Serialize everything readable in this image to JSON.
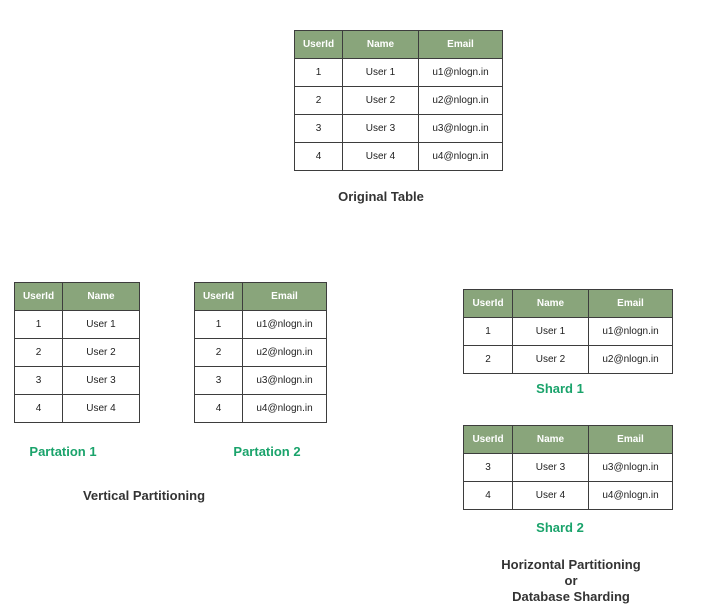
{
  "columns": {
    "userid": "UserId",
    "name": "Name",
    "email": "Email"
  },
  "original": {
    "caption": "Original Table",
    "rows": [
      {
        "id": "1",
        "name": "User 1",
        "email": "u1@nlogn.in"
      },
      {
        "id": "2",
        "name": "User 2",
        "email": "u2@nlogn.in"
      },
      {
        "id": "3",
        "name": "User 3",
        "email": "u3@nlogn.in"
      },
      {
        "id": "4",
        "name": "User 4",
        "email": "u4@nlogn.in"
      }
    ]
  },
  "partition1": {
    "caption": "Partation 1",
    "rows": [
      {
        "id": "1",
        "name": "User 1"
      },
      {
        "id": "2",
        "name": "User 2"
      },
      {
        "id": "3",
        "name": "User 3"
      },
      {
        "id": "4",
        "name": "User 4"
      }
    ]
  },
  "partition2": {
    "caption": "Partation 2",
    "rows": [
      {
        "id": "1",
        "email": "u1@nlogn.in"
      },
      {
        "id": "2",
        "email": "u2@nlogn.in"
      },
      {
        "id": "3",
        "email": "u3@nlogn.in"
      },
      {
        "id": "4",
        "email": "u4@nlogn.in"
      }
    ]
  },
  "vertical_caption": "Vertical Partitioning",
  "shard1": {
    "caption": "Shard 1",
    "rows": [
      {
        "id": "1",
        "name": "User 1",
        "email": "u1@nlogn.in"
      },
      {
        "id": "2",
        "name": "User 2",
        "email": "u2@nlogn.in"
      }
    ]
  },
  "shard2": {
    "caption": "Shard 2",
    "rows": [
      {
        "id": "3",
        "name": "User 3",
        "email": "u3@nlogn.in"
      },
      {
        "id": "4",
        "name": "User 4",
        "email": "u4@nlogn.in"
      }
    ]
  },
  "horizontal_caption": {
    "line1": "Horizontal Partitioning",
    "line2": "or",
    "line3": "Database Sharding"
  },
  "colors": {
    "header_bg": "#89a57b",
    "caption_green": "#1aa36b"
  }
}
